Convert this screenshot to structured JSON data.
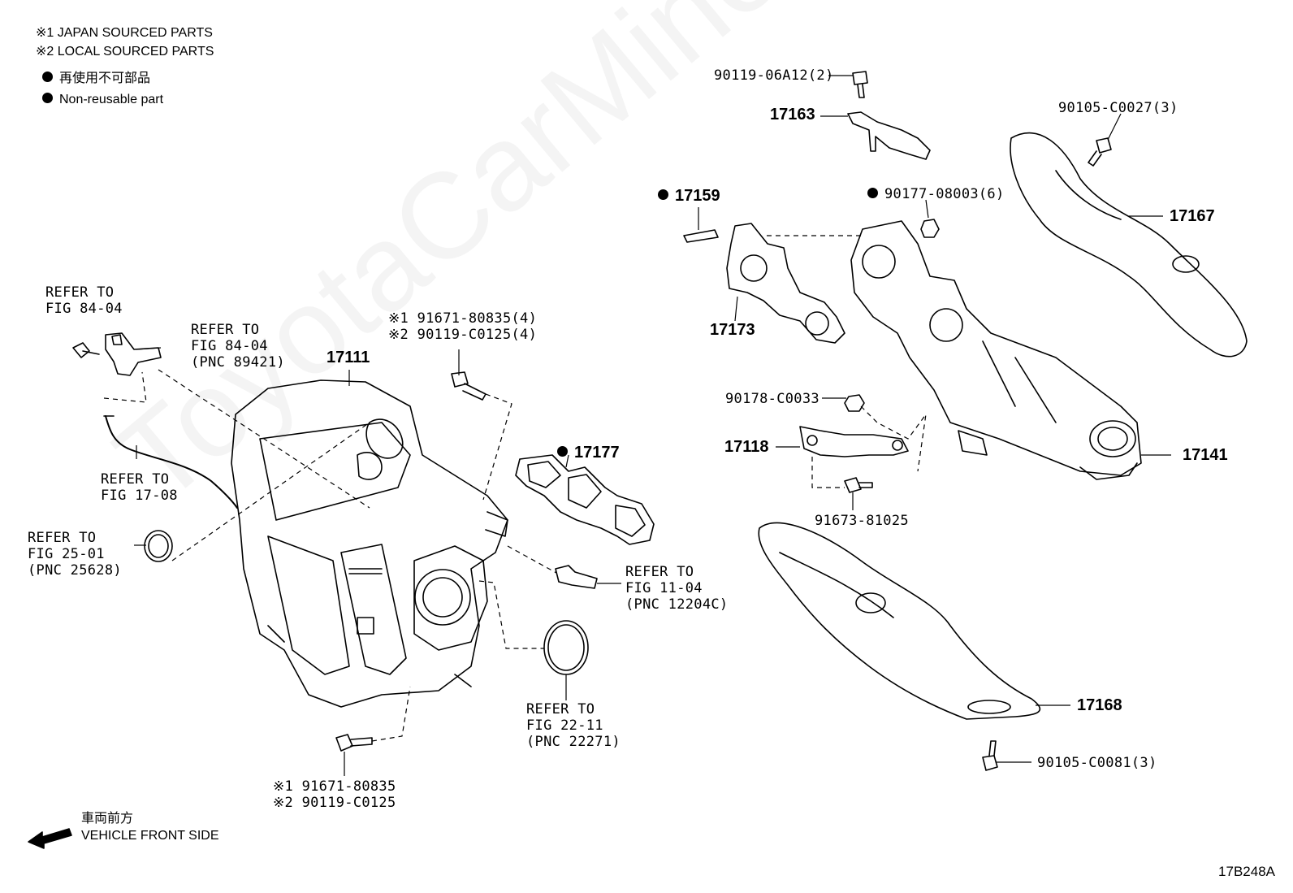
{
  "watermark": "ToyotaCarMiner.ru",
  "legend": {
    "japan": "※1 JAPAN SOURCED PARTS",
    "local": "※2 LOCAL SOURCED PARTS",
    "nonreuse_jp": "再使用不可部品",
    "nonreuse_en": "Non-reusable part"
  },
  "front": {
    "jp": "車両前方",
    "en": "VEHICLE FRONT SIDE"
  },
  "figure_code": "17B248A",
  "labels": {
    "ref_84_04_a": [
      "REFER TO",
      "FIG 84-04"
    ],
    "ref_84_04_b": [
      "REFER TO",
      "FIG 84-04",
      "(PNC 89421)"
    ],
    "p17111": "17111",
    "bolt_top": [
      "※1 91671-80835(4)",
      "※2 90119-C0125(4)"
    ],
    "ref_17_08": [
      "REFER TO",
      "FIG 17-08"
    ],
    "ref_25_01": [
      "REFER TO",
      "FIG 25-01",
      "(PNC 25628)"
    ],
    "p17177": "17177",
    "ref_11_04": [
      "REFER TO",
      "FIG 11-04",
      "(PNC 12204C)"
    ],
    "ref_22_11": [
      "REFER TO",
      "FIG 22-11",
      "(PNC 22271)"
    ],
    "bolt_bottom": [
      "※1 91671-80835",
      "※2 90119-C0125"
    ],
    "b_06A12": "90119-06A12(2)",
    "p17163": "17163",
    "b_C0027": "90105-C0027(3)",
    "p17159": "17159",
    "n_08003": "90177-08003(6)",
    "p17167": "17167",
    "p17173": "17173",
    "n_C0033": "90178-C0033",
    "p17118": "17118",
    "p17141": "17141",
    "b_81025": "91673-81025",
    "p17168": "17168",
    "b_C0081": "90105-C0081(3)"
  }
}
